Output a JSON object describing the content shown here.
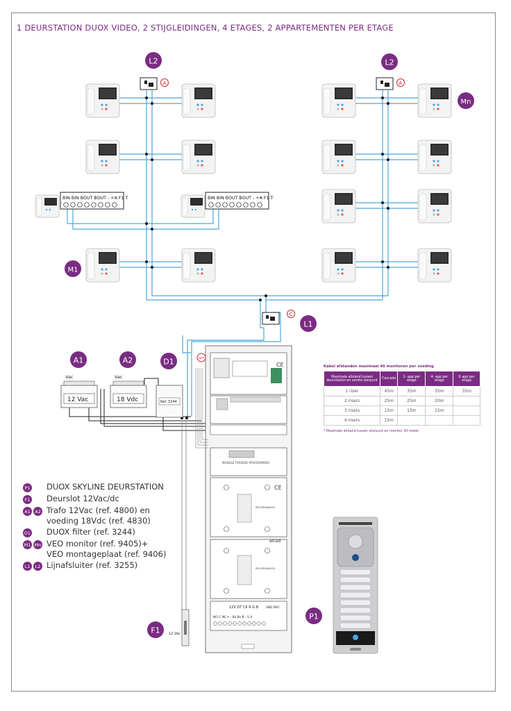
{
  "title": "1 DEURSTATION DUOX VIDEO, 2 STIJGLEIDINGEN, 4 ETAGES, 2 APPARTEMENTEN PER ETAGE",
  "colors": {
    "accent": "#7a2c82",
    "wire_blue": "#4aa6dd",
    "wire_black": "#222222",
    "wire_grey": "#999999",
    "alert_red": "#d9262c"
  },
  "labels": {
    "L2_left": "L2",
    "L2_right": "L2",
    "L1": "L1",
    "M1": "M1",
    "Mn": "Mn",
    "A1": "A1",
    "A2": "A2",
    "D1": "D1",
    "F1": "F1",
    "P1": "P1",
    "callout_A": "A",
    "callout_C": "C",
    "vac": "Vac",
    "psu1": "12 Vac",
    "psu2": "18 Vdc",
    "terminal_strip": "BIN BIN BOUT BOUT - +A F1 T",
    "lock_voltage": "12 Vac",
    "off": "OFF",
    "ref3244": "Ref. 3244",
    "module_top": "MODULE TRASERO PROGRAMADO",
    "controller_text": "PROGRAMADOR",
    "alcad": "alcad",
    "ce": "CE",
    "terminal_lower": "12V DT CK R G B",
    "terminal_lower2": "NO C NC+ - Bs Bs B - S A",
    "gnd": "GND SW1"
  },
  "cable_table": {
    "title": "Kabel afstanden maximaal 40 monitoren per voeding",
    "headers": [
      "Maximale afstand tussen deurstation en verste sterpunt",
      "Cascade",
      "2- app per etage",
      "4- app per etage",
      "6 app per etage"
    ],
    "rows": [
      [
        "1 riser",
        "45m",
        "35m",
        "35m",
        "35m"
      ],
      [
        "2 risers",
        "25m",
        "25m",
        "20m",
        ""
      ],
      [
        "3 risers",
        "15m",
        "15m",
        "15m",
        ""
      ],
      [
        "4 risers",
        "15m",
        "",
        "",
        ""
      ]
    ],
    "note": "* Maximale afstand tussen sterpunt en monitor 20 meter"
  },
  "legend": [
    {
      "badges": [
        "P1"
      ],
      "text": "DUOX SKYLINE DEURSTATION"
    },
    {
      "badges": [
        "F1"
      ],
      "text": "Deurslot 12Vac/dc"
    },
    {
      "badges": [
        "A1",
        "A2"
      ],
      "text": "Trafo 12Vac (ref. 4800) en\nvoeding 18Vdc (ref. 4830)"
    },
    {
      "badges": [
        "D1"
      ],
      "text": "DUOX filter (ref. 3244)"
    },
    {
      "badges": [
        "M1",
        "Mn"
      ],
      "text": "VEO monitor (ref. 9405)+\nVEO montageplaat (ref. 9406)"
    },
    {
      "badges": [
        "L1",
        "L2"
      ],
      "text": "Lijnafsluiter (ref. 3255)"
    }
  ]
}
